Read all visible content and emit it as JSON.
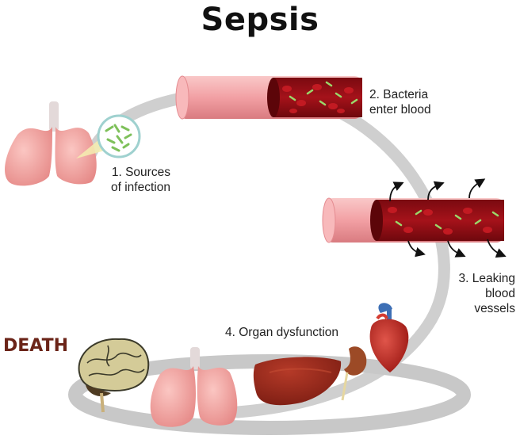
{
  "title": "Sepsis",
  "steps": {
    "s1": {
      "line1": "1. Sources",
      "line2": "of infection"
    },
    "s2": {
      "line1": "2. Bacteria",
      "line2": "enter blood"
    },
    "s3": {
      "line1": "3. Leaking",
      "line2": "blood",
      "line3": "vessels"
    },
    "s4": {
      "line1": "4. Organ dysfunction"
    }
  },
  "outcome": "DEATH",
  "colors": {
    "arc": "#c9c9c9",
    "vessel_outer": "#f2a6a8",
    "blood": "#9c0f16",
    "bacteria": "#8fd06a",
    "lung": "#f4a8a6",
    "liver": "#9b2a1c",
    "brain": "#cdc592",
    "death_text": "#6b2418"
  }
}
